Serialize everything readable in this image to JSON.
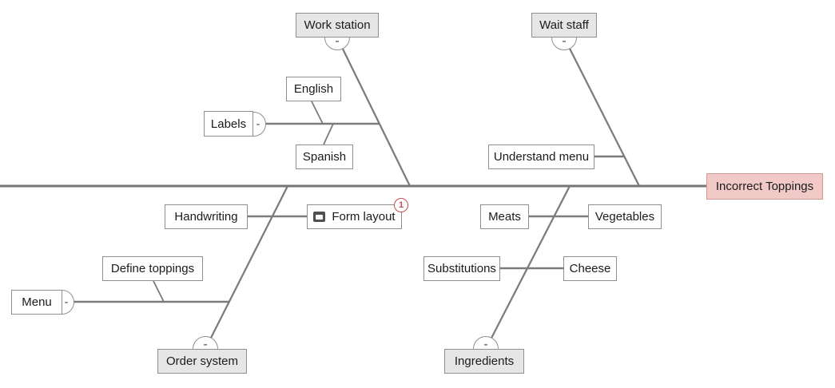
{
  "diagram_type": "fishbone-cause-effect",
  "effect": {
    "label": "Incorrect Toppings"
  },
  "nodes": {
    "work_station": {
      "label": "Work station",
      "collapse": "-"
    },
    "wait_staff": {
      "label": "Wait staff",
      "collapse": "-"
    },
    "order_system": {
      "label": "Order system",
      "collapse": "-"
    },
    "ingredients": {
      "label": "Ingredients",
      "collapse": "-"
    },
    "labels": {
      "label": "Labels",
      "collapse": "-"
    },
    "english": {
      "label": "English"
    },
    "spanish": {
      "label": "Spanish"
    },
    "understand_menu": {
      "label": "Understand menu"
    },
    "handwriting": {
      "label": "Handwriting"
    },
    "form_layout": {
      "label": "Form layout",
      "comment_count": "1"
    },
    "meats": {
      "label": "Meats"
    },
    "vegetables": {
      "label": "Vegetables"
    },
    "define_toppings": {
      "label": "Define toppings"
    },
    "substitutions": {
      "label": "Substitutions"
    },
    "cheese": {
      "label": "Cheese"
    },
    "menu": {
      "label": "Menu",
      "collapse": "-"
    }
  },
  "structure": {
    "effect": "Incorrect Toppings",
    "branches": [
      {
        "category": "Work station",
        "side": "top",
        "causes": [
          {
            "label": "Labels",
            "sub_causes": [
              "English",
              "Spanish"
            ]
          }
        ]
      },
      {
        "category": "Wait staff",
        "side": "top",
        "causes": [
          {
            "label": "Understand menu"
          }
        ]
      },
      {
        "category": "Order system",
        "side": "bottom",
        "causes": [
          {
            "label": "Handwriting"
          },
          {
            "label": "Form layout"
          },
          {
            "label": "Menu",
            "sub_causes": [
              "Define toppings"
            ]
          }
        ]
      },
      {
        "category": "Ingredients",
        "side": "bottom",
        "causes": [
          {
            "label": "Meats"
          },
          {
            "label": "Vegetables"
          },
          {
            "label": "Substitutions"
          },
          {
            "label": "Cheese"
          }
        ]
      }
    ]
  },
  "colors": {
    "line": "#7b7b7b",
    "box_border": "#8f8f8f",
    "category_fill": "#e6e6e6",
    "effect_fill": "#f1c9c6",
    "effect_border": "#cf9a94",
    "comment_badge": "#c0504d"
  }
}
